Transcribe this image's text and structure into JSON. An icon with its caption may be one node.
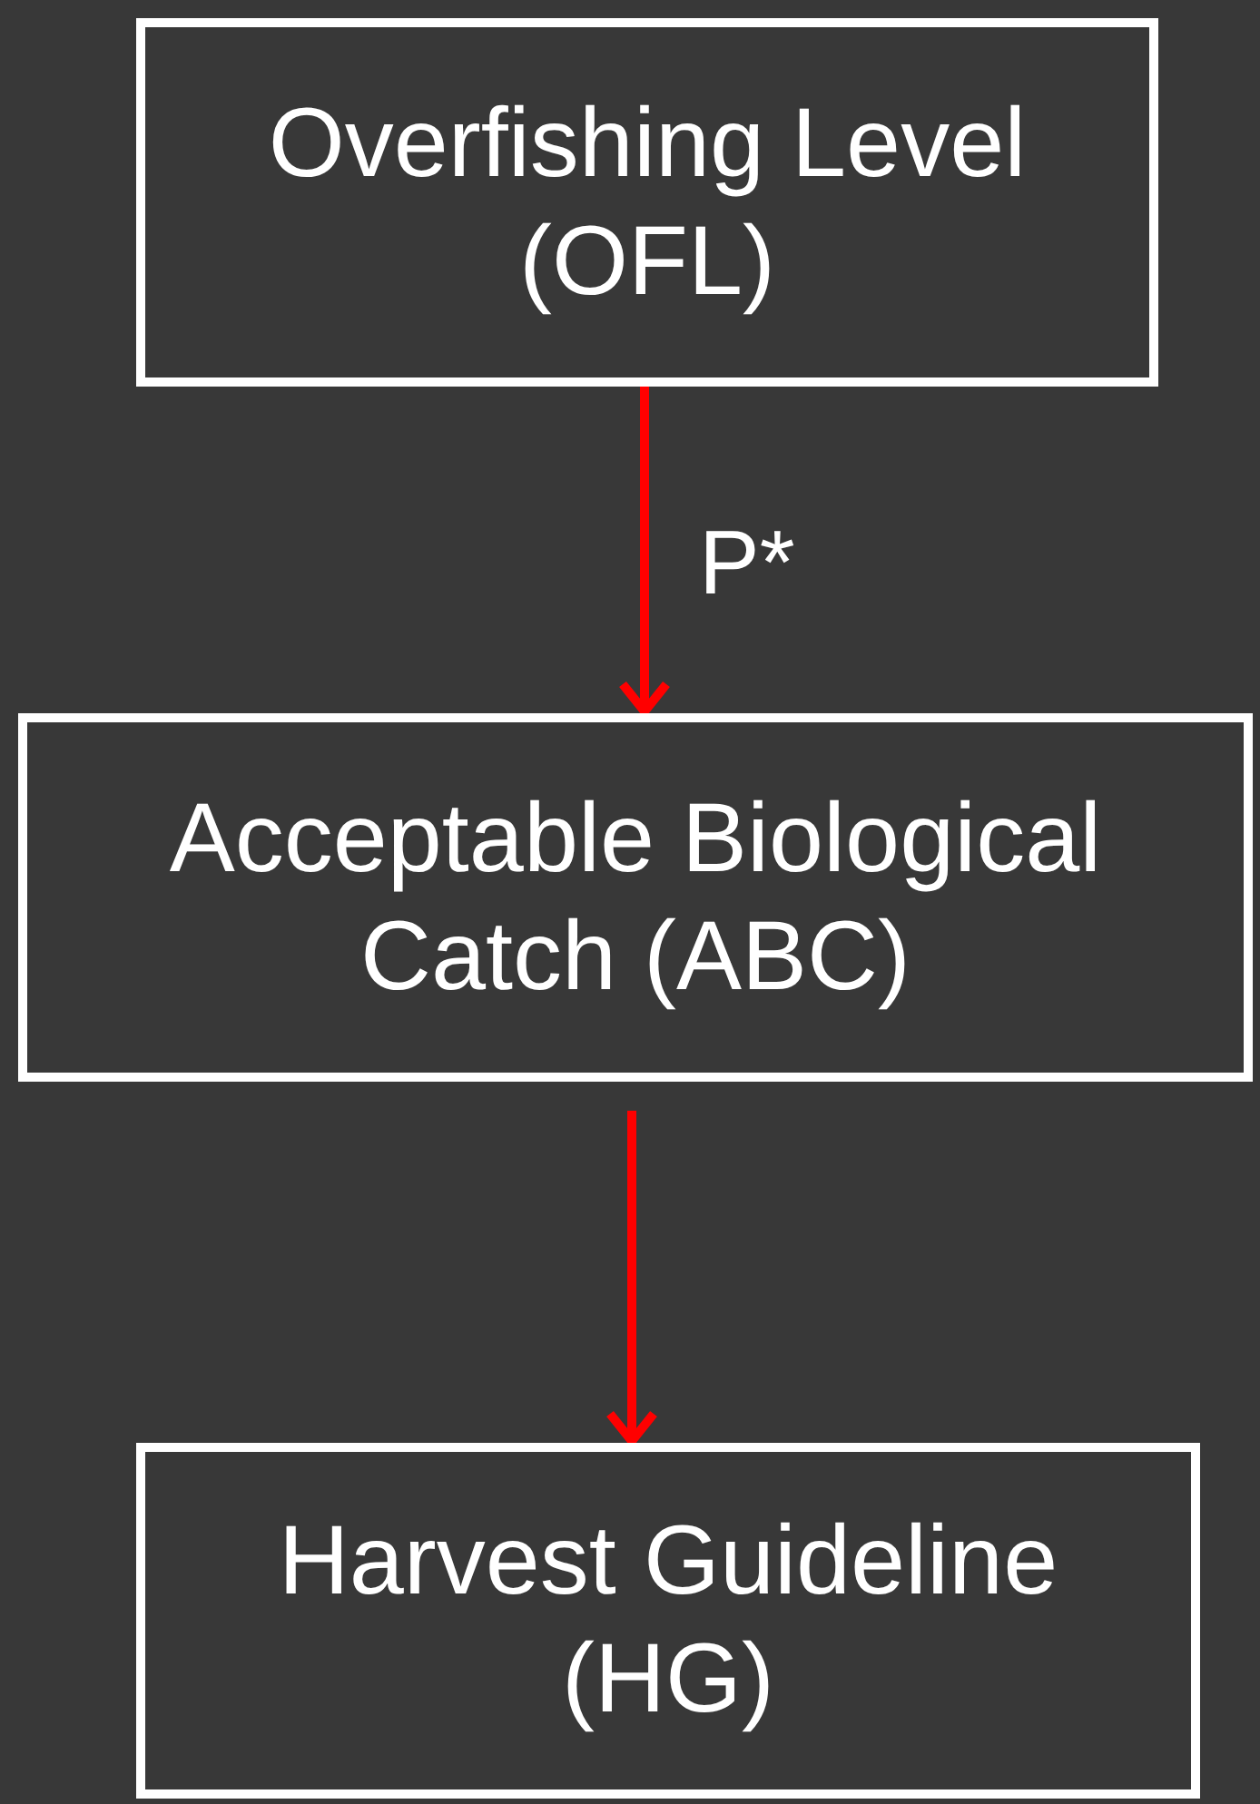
{
  "diagram": {
    "nodes": [
      {
        "text": [
          "Overfishing Level (OFL)"
        ]
      },
      {
        "text": [
          "Acceptable Biological Catch (ABC)"
        ]
      },
      {
        "text": [
          "Harvest Guideline (HG)"
        ]
      }
    ],
    "edges": [
      {
        "from": 0,
        "to": 1,
        "arrow": "to",
        "label": "P*"
      },
      {
        "from": 1,
        "to": 2,
        "arrow": "to"
      }
    ]
  }
}
